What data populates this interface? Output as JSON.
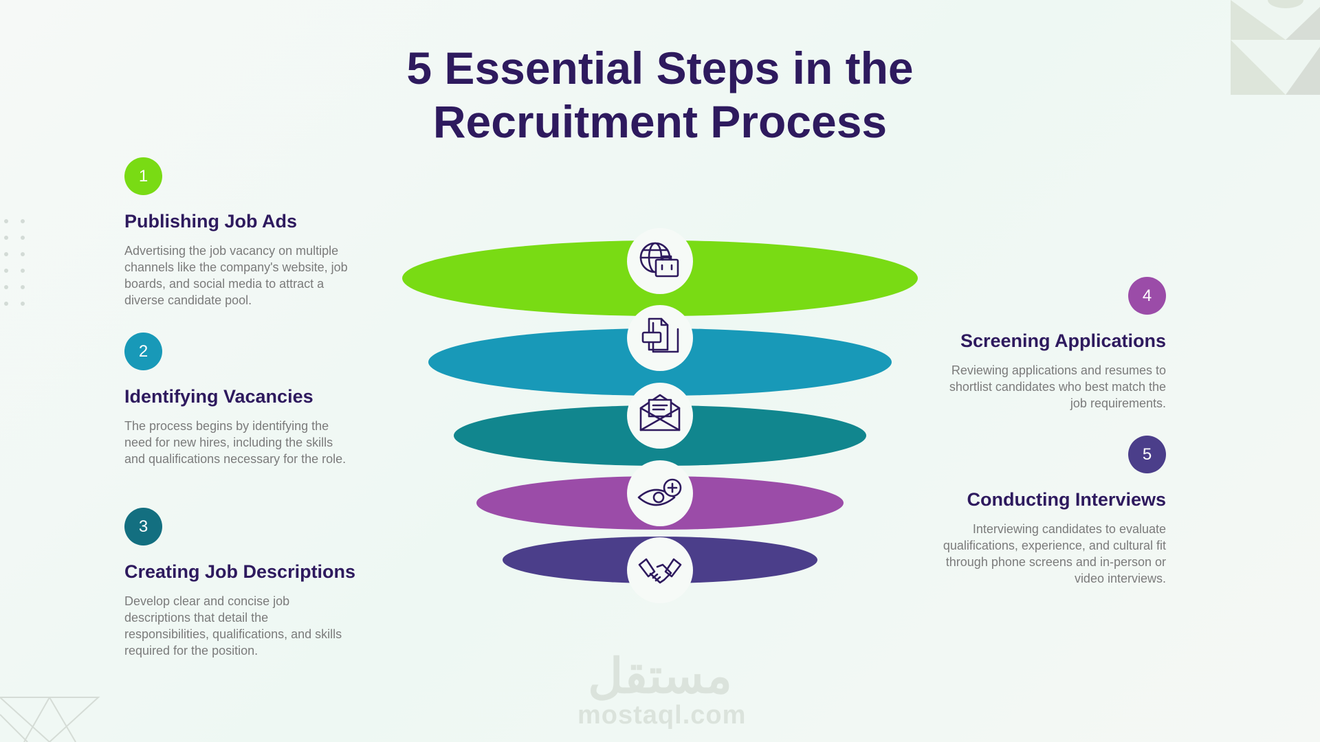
{
  "title_line1": "5 Essential Steps in the",
  "title_line2": "Recruitment Process",
  "steps": [
    {
      "number": "1",
      "heading": "Publishing Job Ads",
      "body": "Advertising the job vacancy on multiple channels like the company's website, job boards, and social media to attract a diverse candidate pool.",
      "color": "#79db14",
      "icon": "globe-briefcase-icon"
    },
    {
      "number": "2",
      "heading": "Identifying Vacancies",
      "body": "The process begins by identifying the need for new hires, including the skills and qualifications necessary for the role.",
      "color": "#1899b8",
      "icon": "pdf-document-icon"
    },
    {
      "number": "3",
      "heading": "Creating Job Descriptions",
      "body": "Develop clear and concise job descriptions that detail the responsibilities, qualifications, and skills required for the position.",
      "color": "#136f80",
      "icon": "open-envelope-icon"
    },
    {
      "number": "4",
      "heading": "Screening Applications",
      "body": "Reviewing applications and resumes to shortlist candidates who best match the job requirements.",
      "color": "#9b4ca8",
      "icon": "eye-plus-icon"
    },
    {
      "number": "5",
      "heading": "Conducting Interviews",
      "body": "Interviewing candidates to evaluate qualifications, experience, and cultural fit through phone screens and in-person or video interviews.",
      "color": "#4b3e8a",
      "icon": "handshake-icon"
    }
  ],
  "funnel_colors": [
    "#79db14",
    "#1899b8",
    "#11868e",
    "#9b4ca8",
    "#4b3e8a"
  ],
  "watermark": {
    "arabic": "مستقل",
    "latin": "mostaql.com"
  }
}
